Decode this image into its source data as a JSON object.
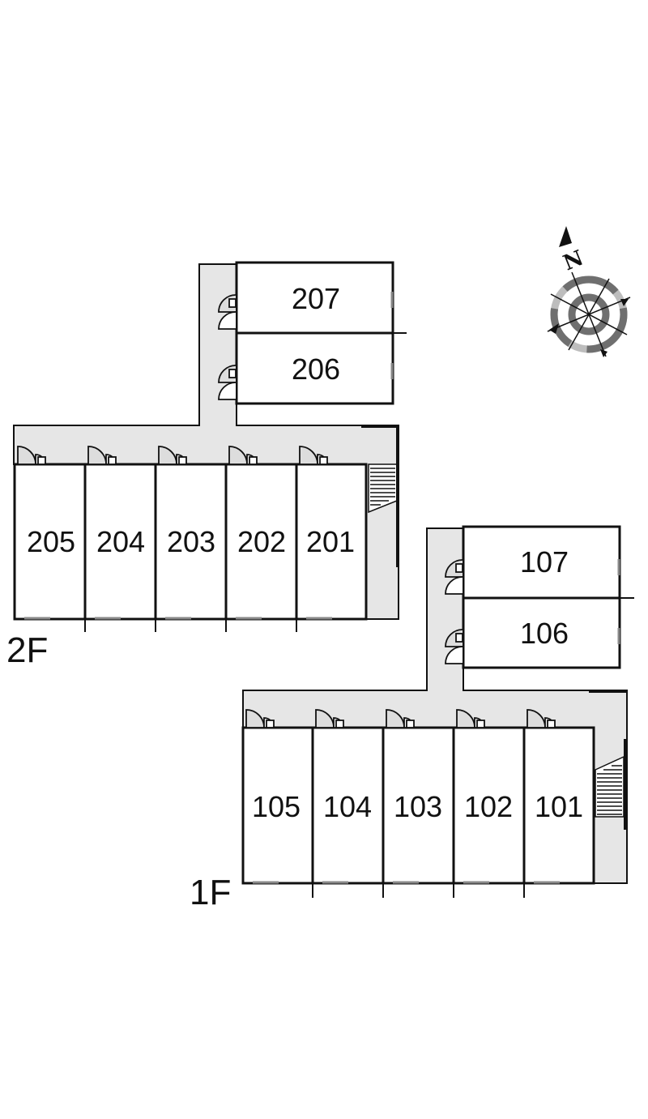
{
  "floors": [
    {
      "label": "2F",
      "upper_rooms": [
        "207",
        "206"
      ],
      "lower_rooms": [
        "205",
        "204",
        "203",
        "202",
        "201"
      ]
    },
    {
      "label": "1F",
      "upper_rooms": [
        "107",
        "106"
      ],
      "lower_rooms": [
        "105",
        "104",
        "103",
        "102",
        "101"
      ]
    }
  ],
  "compass": {
    "north_label": "N",
    "icon": "compass-rose-icon"
  },
  "colors": {
    "corridor": "#e6e6e6",
    "wall": "#111111",
    "ring_dark": "#6f6f6f",
    "ring_light": "#bdbdbd"
  }
}
